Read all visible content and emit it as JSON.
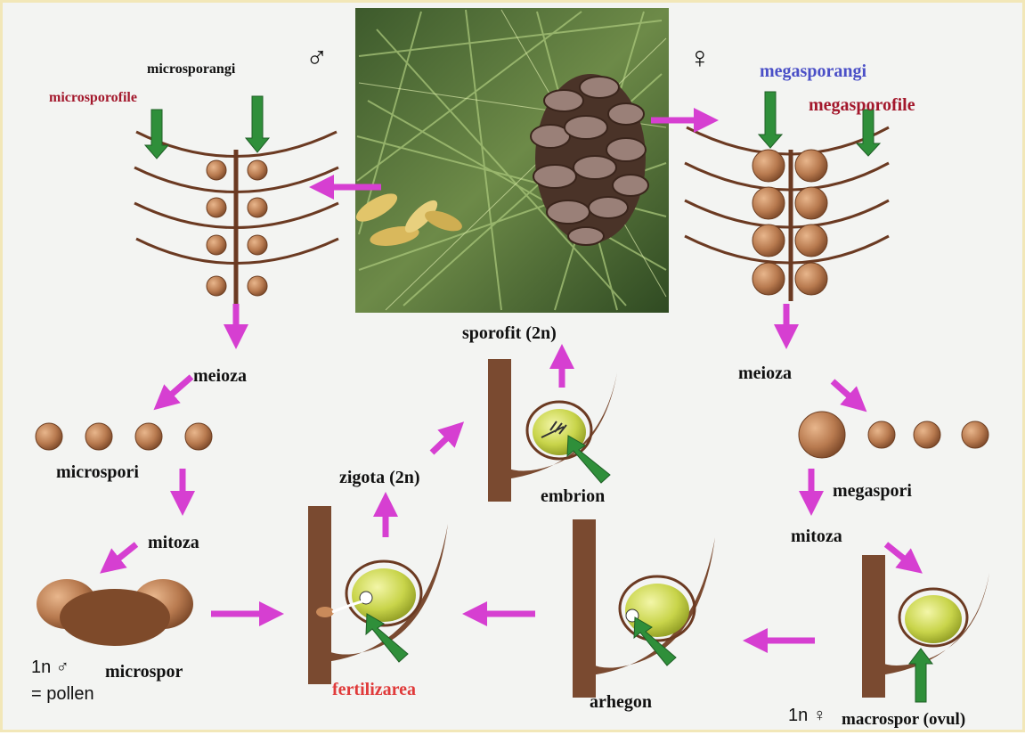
{
  "labels": {
    "male_symbol": "♂",
    "female_symbol": "♀",
    "microsporangi": "microsporangi",
    "microsporofile": "microsporofile",
    "megasporangi": "megasporangi",
    "megasporofile": "megasporofile",
    "meioza_left": "meioza",
    "meioza_right": "meioza",
    "microspori": "microspori",
    "megaspori": "megaspori",
    "mitoza_left": "mitoza",
    "mitoza_right": "mitoza",
    "sporofit": "sporofit (2n)",
    "zigota": "zigota (2n)",
    "embrion": "embrion",
    "fertilizarea": "fertilizarea",
    "arhegon": "arhegon",
    "microspor_ploidy": "1n ♂",
    "microspor": "microspor",
    "pollen": "= pollen",
    "macrospor_ploidy": "1n ♀",
    "macrospor": "macrospor (ovul)"
  },
  "colors": {
    "arrow": "#d63fd1",
    "green_arrow": "#2f8f3a",
    "branch": "#6b3a22",
    "spore": "#b87a4f",
    "ovule": "#c8d44a",
    "megasporangi_text": "#4a4fc7",
    "red_text": "#a3182c",
    "fertilizarea_text": "#e03a3a"
  }
}
